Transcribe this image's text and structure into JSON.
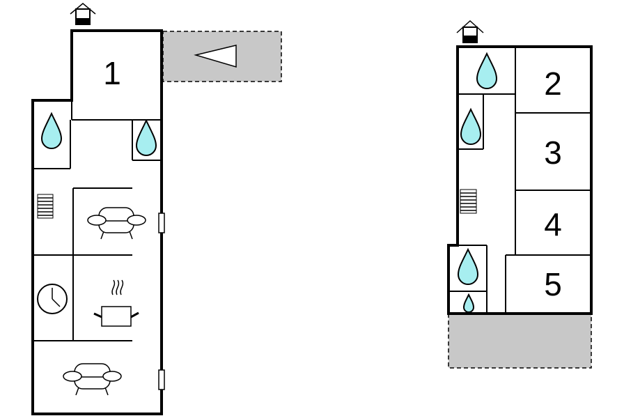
{
  "floor_plan": {
    "ground_floor": {
      "room_labels": [
        "1"
      ],
      "icons": [
        "entrance-icon",
        "terrace",
        "direction-arrow-icon",
        "water-drop-icon",
        "water-drop-icon",
        "stairs-icon",
        "sofa-icon",
        "clock-icon",
        "cooking-pot-icon",
        "sofa-icon",
        "window-icon",
        "window-icon"
      ]
    },
    "upper_floor": {
      "room_labels": [
        "2",
        "3",
        "4",
        "5"
      ],
      "icons": [
        "entrance-icon",
        "water-drop-icon",
        "water-drop-icon",
        "stairs-icon",
        "water-drop-icon",
        "water-drop-small-icon",
        "terrace"
      ]
    },
    "colors": {
      "wall": "#000000",
      "water": "#a7eef0",
      "terrace": "#c8c8c8",
      "background": "#ffffff"
    }
  }
}
